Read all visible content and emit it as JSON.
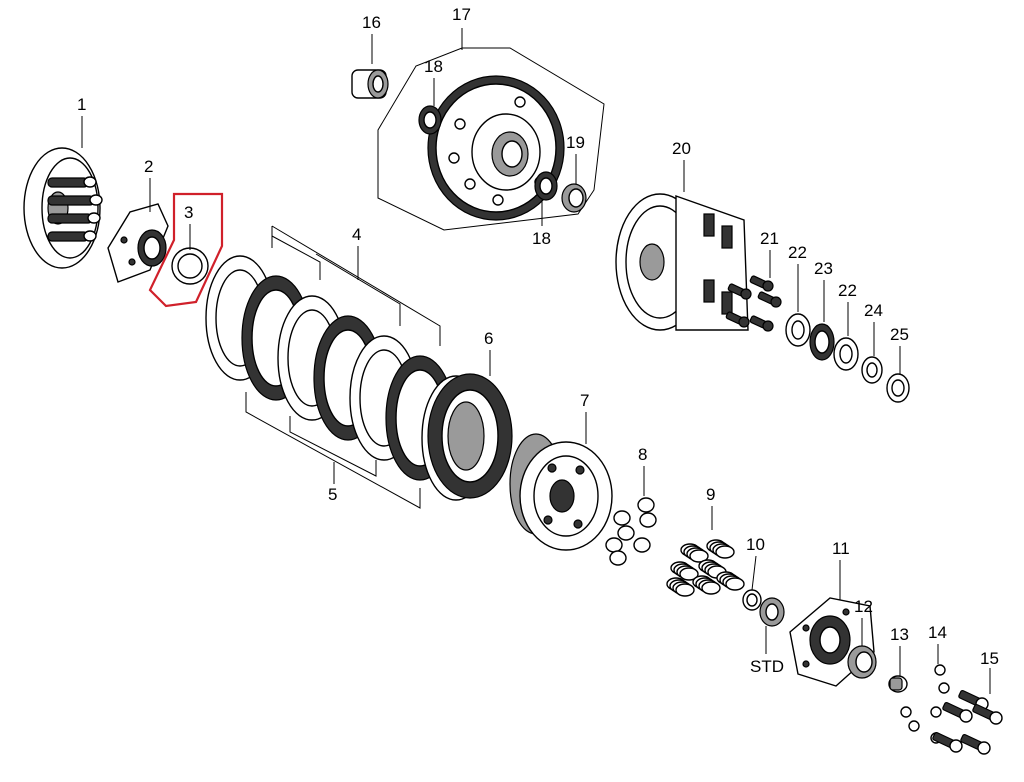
{
  "diagram": {
    "highlight_color": "#d0202a",
    "highlighted_part": "3",
    "labels": {
      "p1": "1",
      "p2": "2",
      "p3": "3",
      "p4": "4",
      "p5": "5",
      "p6": "6",
      "p7": "7",
      "p8": "8",
      "p9": "9",
      "p10": "10",
      "p11": "11",
      "p12": "12",
      "p13": "13",
      "p14": "14",
      "p15": "15",
      "p16": "16",
      "p17": "17",
      "p18a": "18",
      "p18b": "18",
      "p19": "19",
      "p20": "20",
      "p21": "21",
      "p22a": "22",
      "p22b": "22",
      "p23": "23",
      "p24": "24",
      "p25": "25",
      "std": "STD"
    }
  }
}
